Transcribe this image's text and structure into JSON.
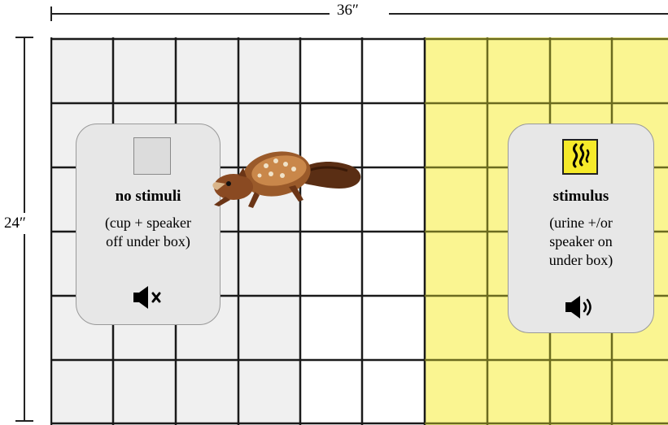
{
  "dimensions": {
    "width_label": "36″",
    "height_label": "24″"
  },
  "colors": {
    "stimulus_zone": "#faf591",
    "neutral_zone": "#f0f0f0",
    "grid_line": "#1a1a1a",
    "stimulus_grid_line": "#6b6b1f",
    "box_fill": "#e7e7e7"
  },
  "left_box": {
    "icon": "gray-square",
    "title": "no stimuli",
    "line1": "(cup + speaker",
    "line2": "off under box)",
    "speaker_icon": "speaker-muted-icon"
  },
  "right_box": {
    "icon": "odor-wave-icon",
    "title": "stimulus",
    "line1": "(urine +/or",
    "line2": "speaker on",
    "line3": "under box)",
    "speaker_icon": "speaker-on-icon"
  },
  "animal": "squirrel-illustration"
}
